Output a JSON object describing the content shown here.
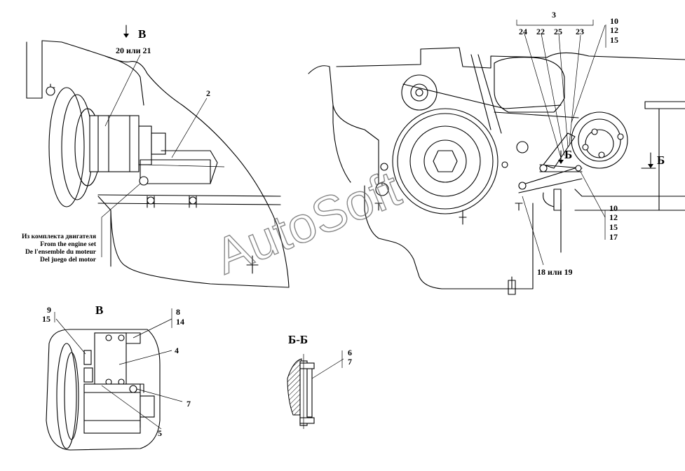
{
  "watermark": "AutoSoft",
  "section_labels": {
    "view_v_top": "В",
    "view_v_detail": "В",
    "section_b_marker": "Б",
    "section_b_marker_right": "Б",
    "section_bb": "Б-Б"
  },
  "callouts": {
    "c_20_21": "20 или 21",
    "c_2": "2",
    "c_3": "3",
    "c_24": "24",
    "c_22": "22",
    "c_25": "25",
    "c_23": "23",
    "c_10_top": "10",
    "c_12_top": "12",
    "c_15_top": "15",
    "c_10_bot": "10",
    "c_12_bot": "12",
    "c_15_bot": "15",
    "c_17": "17",
    "c_18_19": "18 или 19",
    "c_9": "9",
    "c_15_left": "15",
    "c_8": "8",
    "c_14": "14",
    "c_4": "4",
    "c_7_detail": "7",
    "c_5": "5",
    "c_6": "6",
    "c_7_section": "7"
  },
  "engine_set_note": [
    "Из комплекта двигателя",
    "From the engine set",
    "De l'ensemble du moteur",
    "Del juego del motor"
  ]
}
